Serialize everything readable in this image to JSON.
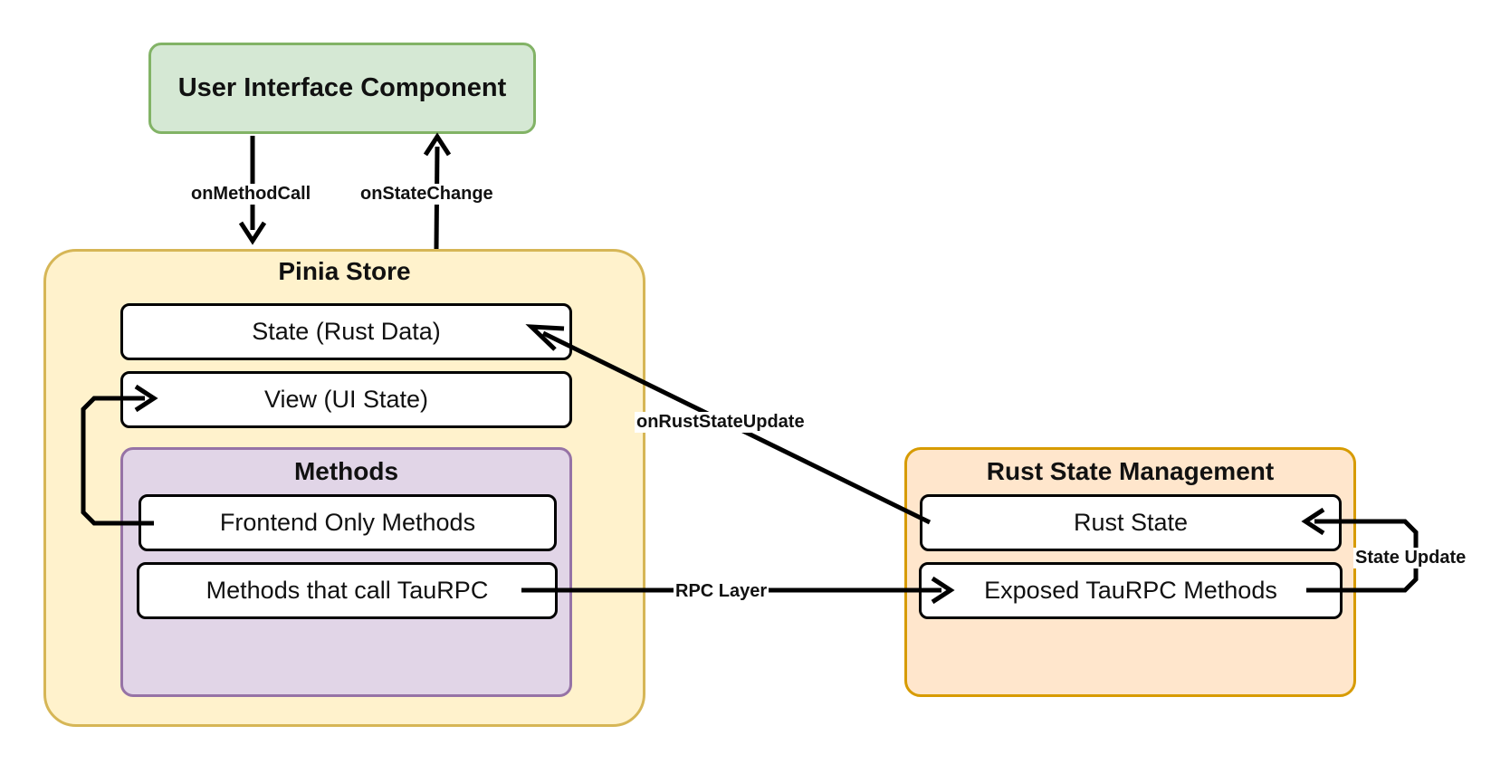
{
  "nodes": {
    "ui_component": "User Interface Component",
    "pinia_store": "Pinia Store",
    "state": "State (Rust Data)",
    "view": "View (UI State)",
    "methods": "Methods",
    "frontend_methods": "Frontend Only Methods",
    "taurpc_methods": "Methods that call TauRPC",
    "rust_mgmt": "Rust State Management",
    "rust_state": "Rust State",
    "exposed_methods": "Exposed TauRPC Methods"
  },
  "edges": {
    "on_method_call": "onMethodCall",
    "on_state_change": "onStateChange",
    "on_rust_state_update": "onRustStateUpdate",
    "rpc_layer": "RPC Layer",
    "state_update": "State Update"
  },
  "colors": {
    "ui_fill": "#d5e8d4",
    "ui_stroke": "#82b366",
    "pinia_fill": "#fff2cc",
    "pinia_stroke": "#d6b656",
    "methods_fill": "#e1d5e7",
    "methods_stroke": "#9673a6",
    "rust_fill": "#ffe6cc",
    "rust_stroke": "#d79b00"
  }
}
